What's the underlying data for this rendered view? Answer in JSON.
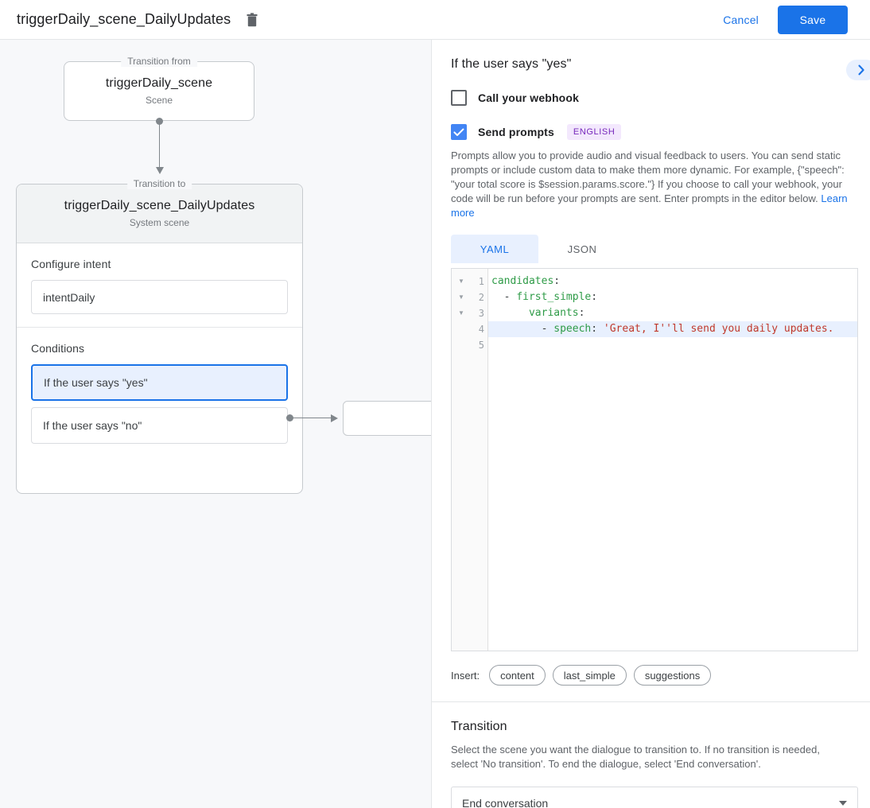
{
  "topbar": {
    "title": "triggerDaily_scene_DailyUpdates",
    "delete_icon": "trash-icon",
    "cancel_label": "Cancel",
    "save_label": "Save"
  },
  "canvas": {
    "from_node": {
      "legend": "Transition from",
      "title": "triggerDaily_scene",
      "subtitle": "Scene"
    },
    "to_node": {
      "legend": "Transition to",
      "title": "triggerDaily_scene_DailyUpdates",
      "subtitle": "System scene"
    },
    "intent_section": {
      "label": "Configure intent",
      "value": "intentDaily"
    },
    "conditions_section": {
      "label": "Conditions",
      "items": [
        {
          "label": "If the user says \"yes\"",
          "selected": true
        },
        {
          "label": "If the user says \"no\"",
          "selected": false
        }
      ]
    }
  },
  "panel": {
    "title": "If the user says \"yes\"",
    "expand_icon": "chevron-right-icon",
    "webhook": {
      "label": "Call your webhook",
      "checked": false
    },
    "prompts": {
      "label": "Send prompts",
      "checked": true,
      "badge": "ENGLISH",
      "helper": "Prompts allow you to provide audio and visual feedback to users. You can send static prompts or include custom data to make them more dynamic. For example, {\"speech\": \"your total score is $session.params.score.\"} If you choose to call your webhook, your code will be run before your prompts are sent. Enter prompts in the editor below.",
      "learn_more": "Learn more"
    },
    "editor_tabs": [
      {
        "label": "YAML",
        "active": true
      },
      {
        "label": "JSON",
        "active": false
      }
    ],
    "editor": {
      "language": "yaml",
      "highlighted_line": 4,
      "lines": [
        {
          "num": "1",
          "fold": true,
          "indent": 0,
          "tokens": [
            {
              "t": "key",
              "v": "candidates"
            },
            {
              "t": "punc",
              "v": ":"
            }
          ]
        },
        {
          "num": "2",
          "fold": true,
          "indent": 1,
          "tokens": [
            {
              "t": "dash",
              "v": "- "
            },
            {
              "t": "key",
              "v": "first_simple"
            },
            {
              "t": "punc",
              "v": ":"
            }
          ]
        },
        {
          "num": "3",
          "fold": true,
          "indent": 3,
          "tokens": [
            {
              "t": "key",
              "v": "variants"
            },
            {
              "t": "punc",
              "v": ":"
            }
          ]
        },
        {
          "num": "4",
          "fold": false,
          "indent": 4,
          "tokens": [
            {
              "t": "dash",
              "v": "- "
            },
            {
              "t": "key",
              "v": "speech"
            },
            {
              "t": "punc",
              "v": ": "
            },
            {
              "t": "str",
              "v": "'Great, I''ll send you daily updates."
            }
          ]
        },
        {
          "num": "5",
          "fold": false,
          "indent": 0,
          "tokens": []
        }
      ]
    },
    "insert": {
      "label": "Insert:",
      "chips": [
        "content",
        "last_simple",
        "suggestions"
      ]
    },
    "transition": {
      "title": "Transition",
      "description": "Select the scene you want the dialogue to transition to. If no transition is needed, select 'No transition'. To end the dialogue, select 'End conversation'.",
      "selected_value": "End conversation",
      "caret_icon": "chevron-down-icon"
    }
  },
  "colors": {
    "accent": "#1a73e8",
    "checkbox_checked": "#4285f4",
    "badge_bg": "#f3e8fd",
    "badge_fg": "#7627bb",
    "canvas_bg": "#f7f8fa",
    "selected_condition_bg": "#e8f0fe",
    "yaml_key": "#2e9b47",
    "yaml_string": "#c0392b"
  }
}
